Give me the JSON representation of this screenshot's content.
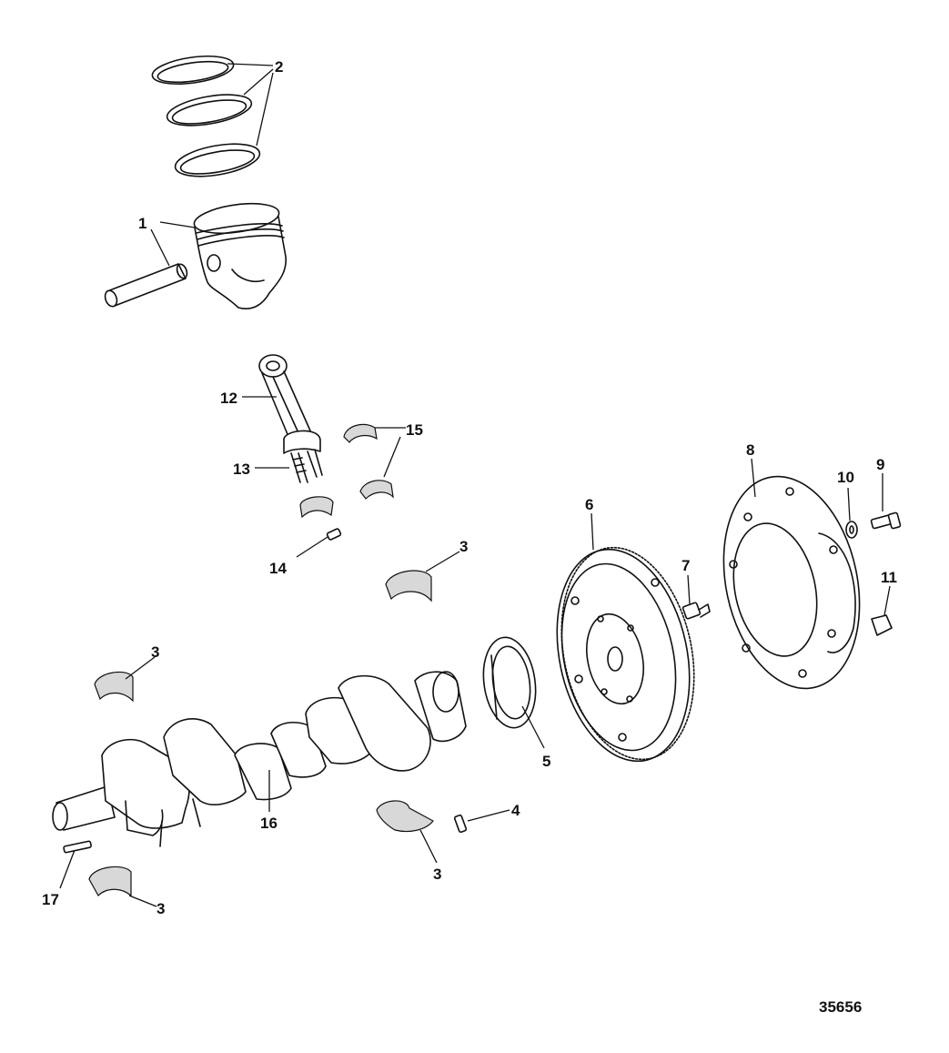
{
  "figure_id": "35656",
  "callouts": {
    "c1": "1",
    "c2": "2",
    "c3a": "3",
    "c3b": "3",
    "c3c": "3",
    "c3d": "3",
    "c4": "4",
    "c5": "5",
    "c6": "6",
    "c7": "7",
    "c8": "8",
    "c9": "9",
    "c10": "10",
    "c11": "11",
    "c12": "12",
    "c13": "13",
    "c14": "14",
    "c15": "15",
    "c16": "16",
    "c17": "17"
  }
}
